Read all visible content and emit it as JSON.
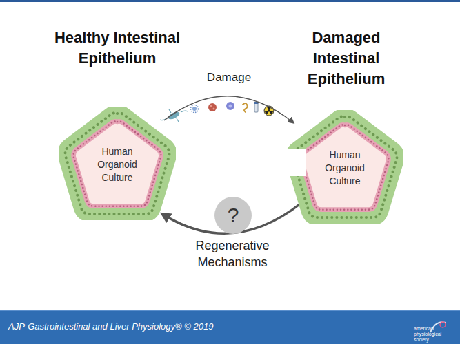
{
  "diagram": {
    "nodes": [
      {
        "text": [
          "Healthy Intestinal Epithelium",
          "Human Organoid Culture"
        ]
      },
      {
        "text": [
          "Damaged Intestinal Epithelium",
          "Human Organoid Culture"
        ]
      },
      {
        "text": [
          "?"
        ]
      }
    ],
    "edges": [
      {
        "from": 0,
        "to": 1,
        "arrow": "to",
        "label": "Damage"
      },
      {
        "from": 1,
        "to": 0,
        "arrow": "to",
        "label": "Regenerative Mechanisms"
      }
    ],
    "labels": [
      "AJP-Gastrointestinal and Liver Physiology® © 2019",
      "american physiological society"
    ]
  }
}
